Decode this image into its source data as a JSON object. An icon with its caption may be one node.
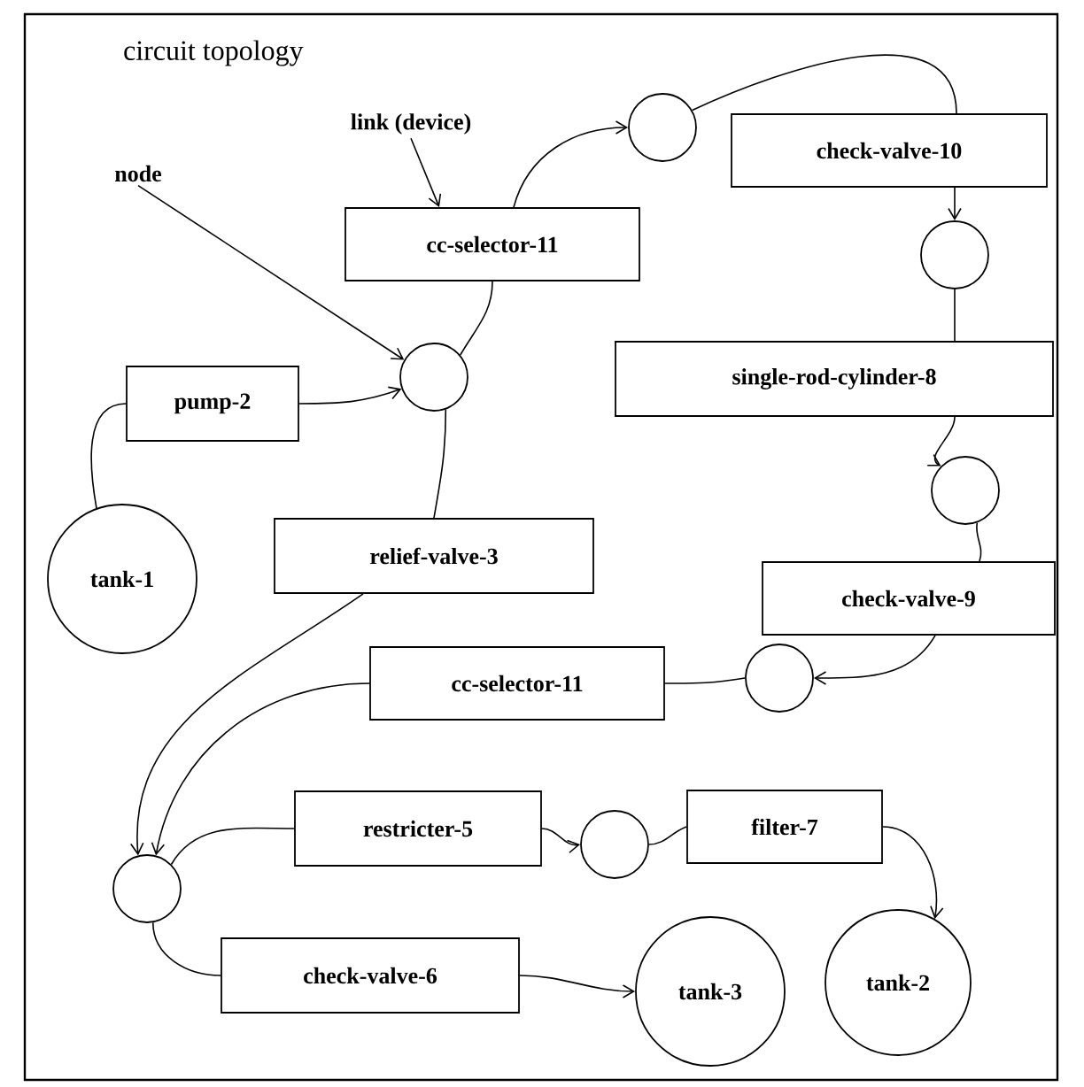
{
  "diagram": {
    "title": "circuit topology",
    "nodes": [
      {
        "text": [
          "link (device)"
        ]
      },
      {
        "text": [],
        "shape": "circle"
      },
      {
        "text": [
          "check-valve-10"
        ]
      },
      {
        "text": [
          "node"
        ]
      },
      {
        "text": [
          "cc-selector-11"
        ]
      },
      {
        "text": [],
        "shape": "circle"
      },
      {
        "text": [],
        "shape": "circle"
      },
      {
        "text": [
          "single-rod-cylinder-8"
        ]
      },
      {
        "text": [
          "pump-2"
        ]
      },
      {
        "text": [],
        "shape": "circle"
      },
      {
        "text": [
          "tank-1"
        ]
      },
      {
        "text": [
          "relief-valve-3"
        ]
      },
      {
        "text": [
          "check-valve-9"
        ]
      },
      {
        "text": [],
        "shape": "circle"
      },
      {
        "text": [
          "cc-selector-11"
        ]
      },
      {
        "text": [],
        "shape": "circle"
      },
      {
        "text": [
          "restricter-5"
        ]
      },
      {
        "text": [],
        "shape": "circle"
      },
      {
        "text": [
          "filter-7"
        ]
      },
      {
        "text": [
          "tank-2"
        ]
      },
      {
        "text": [
          "check-valve-6"
        ]
      },
      {
        "text": [
          "tank-3"
        ]
      }
    ],
    "edges": [
      {
        "from": 10,
        "to": 8,
        "arrow": "none"
      },
      {
        "from": 8,
        "to": 6,
        "arrow": "to"
      },
      {
        "from": 6,
        "to": 4,
        "arrow": "none"
      },
      {
        "from": 4,
        "to": 1,
        "arrow": "to"
      },
      {
        "from": 1,
        "to": 2,
        "arrow": "none"
      },
      {
        "from": 2,
        "to": 5,
        "arrow": "to"
      },
      {
        "from": 5,
        "to": 7,
        "arrow": "none"
      },
      {
        "from": 7,
        "to": 9,
        "arrow": "to"
      },
      {
        "from": 9,
        "to": 12,
        "arrow": "none"
      },
      {
        "from": 12,
        "to": 13,
        "arrow": "to"
      },
      {
        "from": 13,
        "to": 14,
        "arrow": "none"
      },
      {
        "from": 14,
        "to": 15,
        "arrow": "to"
      },
      {
        "from": 6,
        "to": 11,
        "arrow": "none"
      },
      {
        "from": 11,
        "to": 15,
        "arrow": "to"
      },
      {
        "from": 15,
        "to": 16,
        "arrow": "none"
      },
      {
        "from": 16,
        "to": 17,
        "arrow": "to"
      },
      {
        "from": 17,
        "to": 18,
        "arrow": "none"
      },
      {
        "from": 18,
        "to": 19,
        "arrow": "to"
      },
      {
        "from": 15,
        "to": 20,
        "arrow": "none"
      },
      {
        "from": 20,
        "to": 21,
        "arrow": "to"
      },
      {
        "from": 0,
        "to": 4,
        "arrow": "to"
      },
      {
        "from": 3,
        "to": 6,
        "arrow": "to"
      }
    ]
  }
}
